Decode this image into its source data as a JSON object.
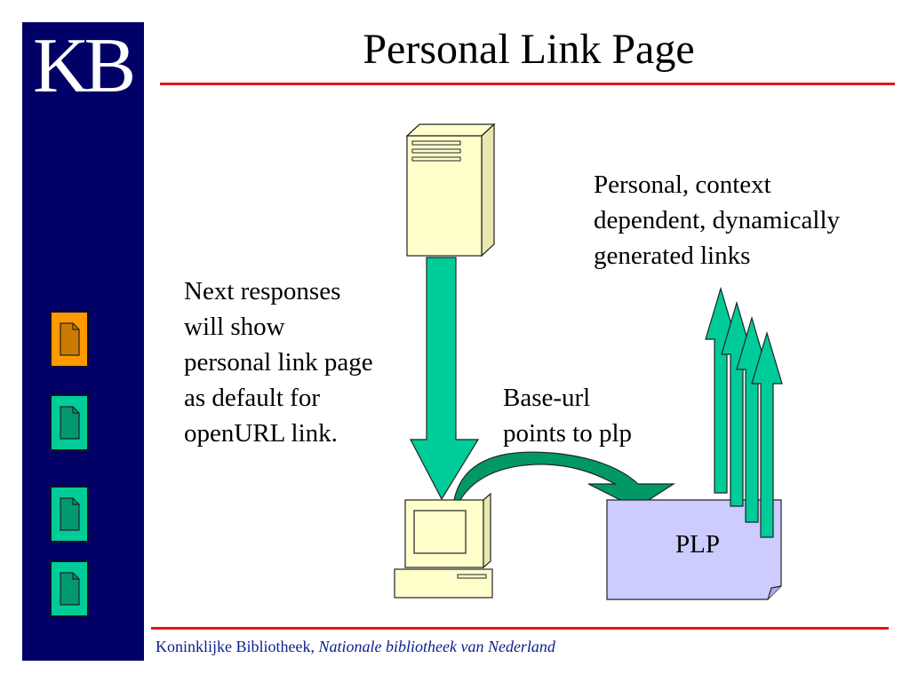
{
  "logo": {
    "text": "KB"
  },
  "title": "Personal Link Page",
  "annotations": {
    "next_responses": "Next responses\nwill show\npersonal link page\nas default for\nopenURL link.",
    "personal_links": "Personal, context\ndependent, dynamically\ngenerated links",
    "base_url": "Base-url\npoints to plp"
  },
  "plp_label": "PLP",
  "footer": {
    "org": "Koninklijke Bibliotheek, ",
    "subtitle": "Nationale bibliotheek van Nederland"
  },
  "nav_buttons": [
    {
      "icon": "document-icon",
      "state": "active",
      "color": "#ff9900"
    },
    {
      "icon": "document-icon",
      "state": "inactive",
      "color": "#00cc99"
    },
    {
      "icon": "document-icon",
      "state": "inactive",
      "color": "#00cc99"
    },
    {
      "icon": "document-icon",
      "state": "inactive",
      "color": "#00cc99"
    }
  ],
  "colors": {
    "sidebar": "#000066",
    "rule": "#e01818",
    "arrow": "#00cc99",
    "device": "#ffffcc",
    "plp_fill": "#ccccff",
    "footer_text": "#0b1f8c"
  }
}
